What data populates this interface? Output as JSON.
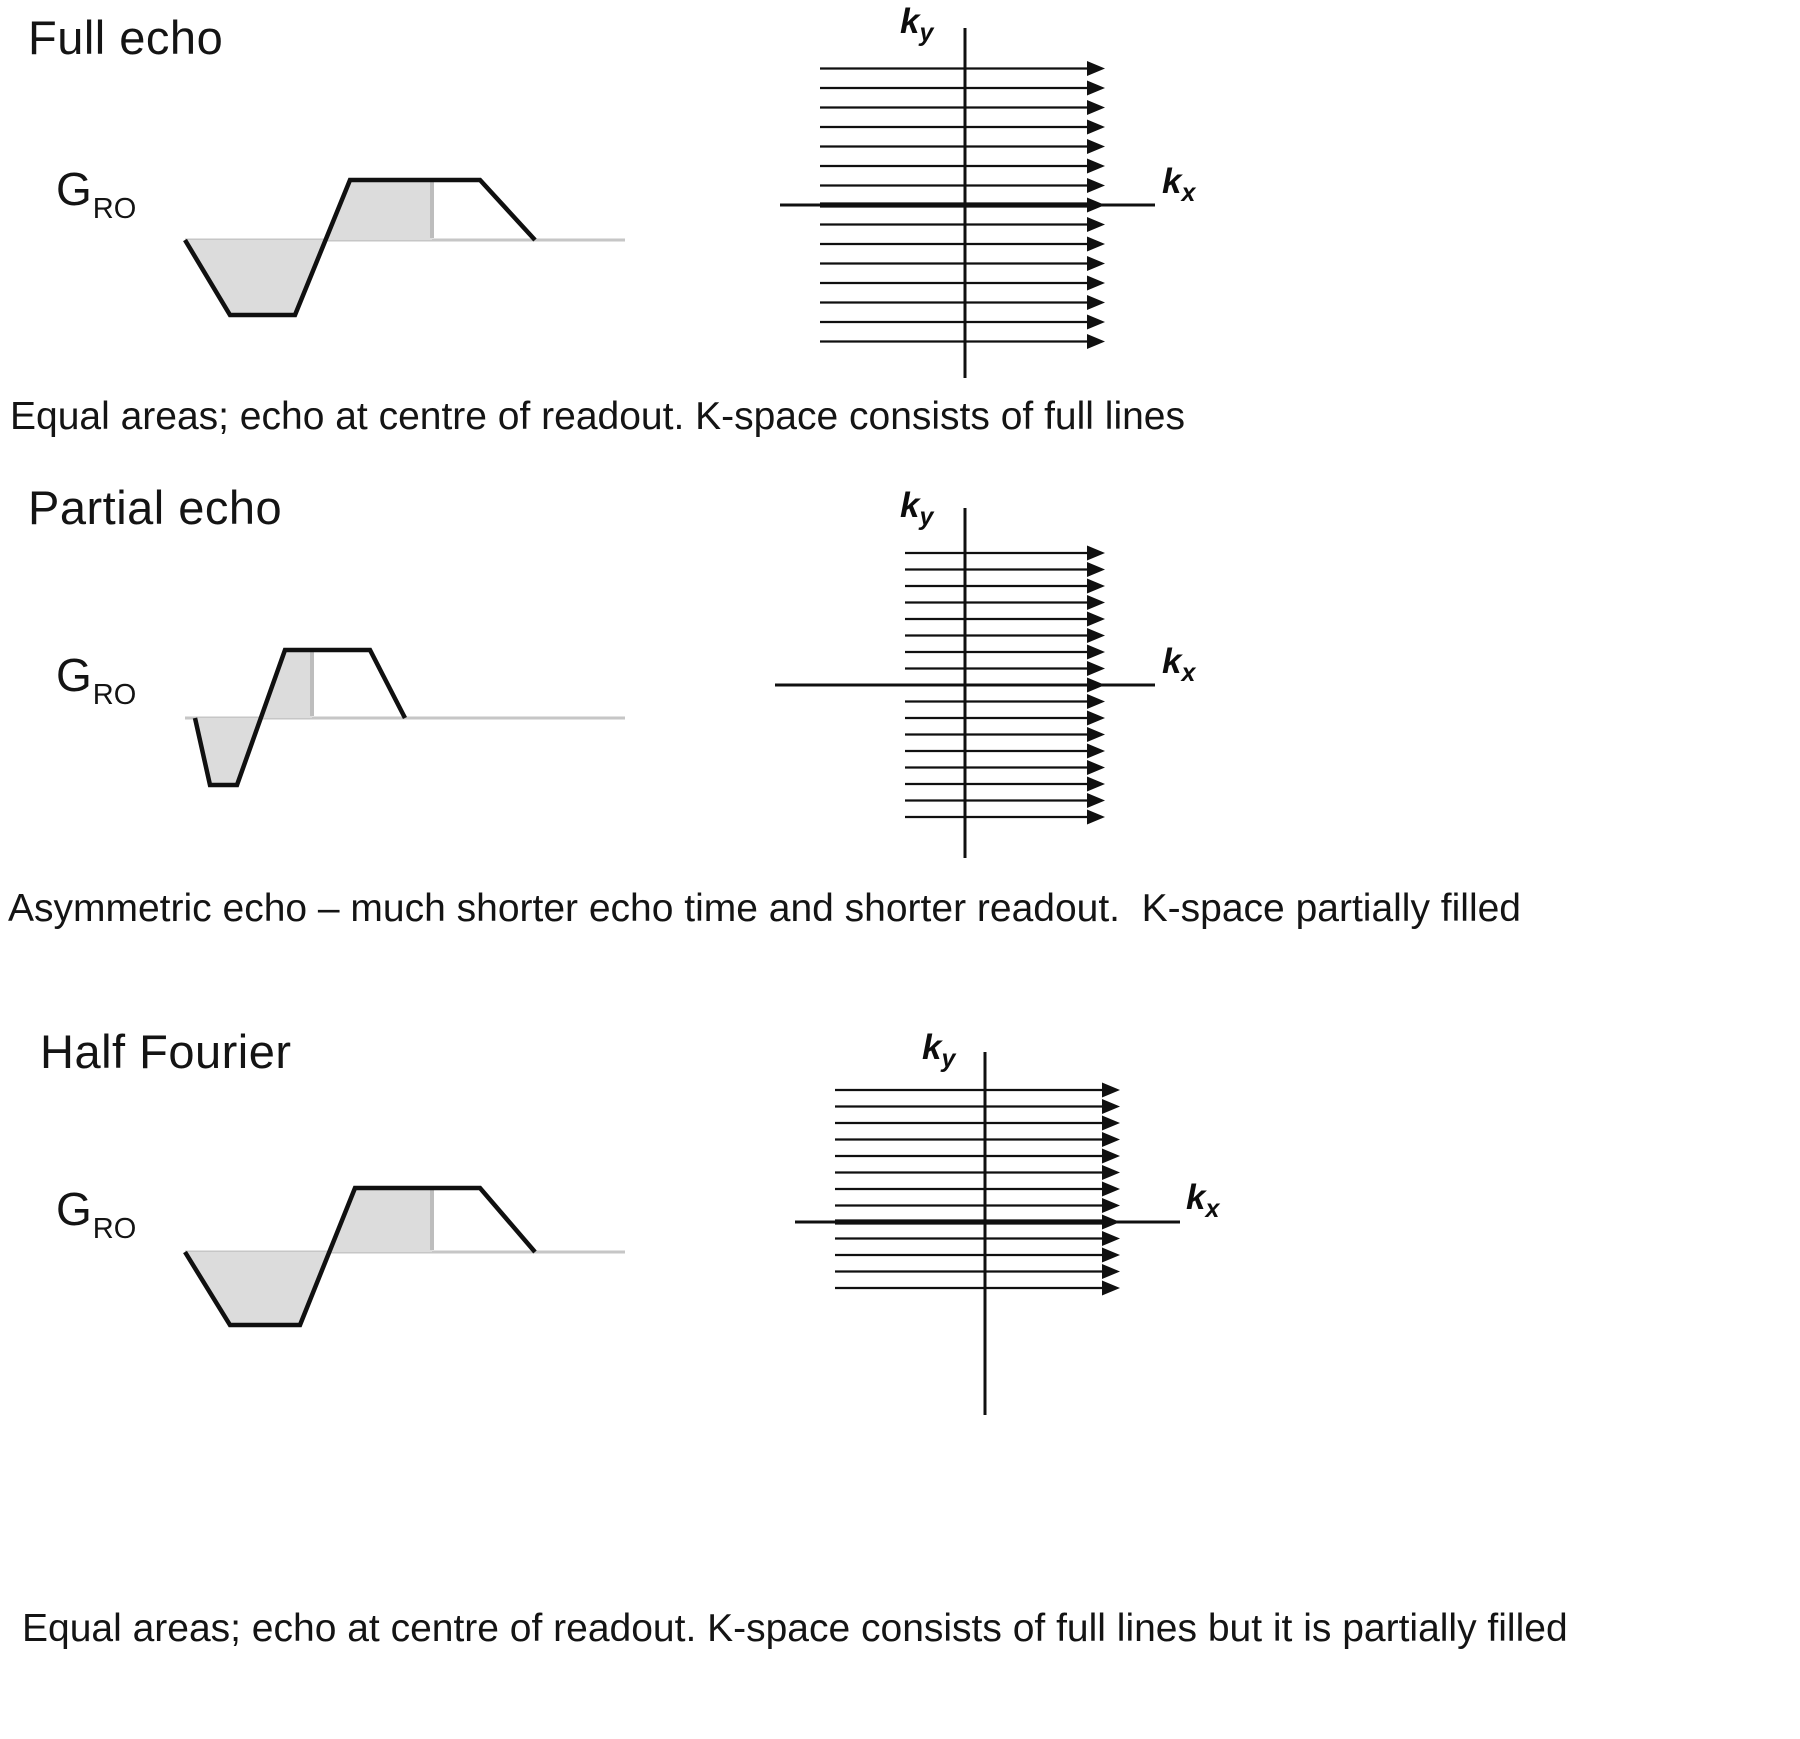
{
  "colors": {
    "ink": "#141414",
    "shade": "#dcdcdc",
    "baseline_gray": "#c6c6c6"
  },
  "sections": [
    {
      "title": "Full echo",
      "gradient": {
        "base": "G",
        "sub": "RO"
      },
      "caption": "Equal areas; echo at centre of readout. K-space consists of full lines",
      "kspace": {
        "ky": {
          "base": "k",
          "sub": "y"
        },
        "kx": {
          "base": "k",
          "sub": "x"
        },
        "line_count": 15,
        "bold_line_index": 7,
        "coverage": "full lines, fully filled"
      }
    },
    {
      "title": "Partial echo",
      "gradient": {
        "base": "G",
        "sub": "RO"
      },
      "caption": "Asymmetric echo – much shorter echo time and shorter readout.  K-space partially filled",
      "kspace": {
        "ky": {
          "base": "k",
          "sub": "y"
        },
        "kx": {
          "base": "k",
          "sub": "x"
        },
        "line_count": 17,
        "bold_line_index": -1,
        "coverage": "short lines, partially filled in readout direction"
      }
    },
    {
      "title": "Half Fourier",
      "gradient": {
        "base": "G",
        "sub": "RO"
      },
      "caption": "Equal areas; echo at centre of readout. K-space consists of full lines but it is partially filled",
      "kspace": {
        "ky": {
          "base": "k",
          "sub": "y"
        },
        "kx": {
          "base": "k",
          "sub": "x"
        },
        "line_count": 13,
        "bold_line_index": 8,
        "coverage": "full lines, partially filled in phase direction"
      }
    }
  ]
}
